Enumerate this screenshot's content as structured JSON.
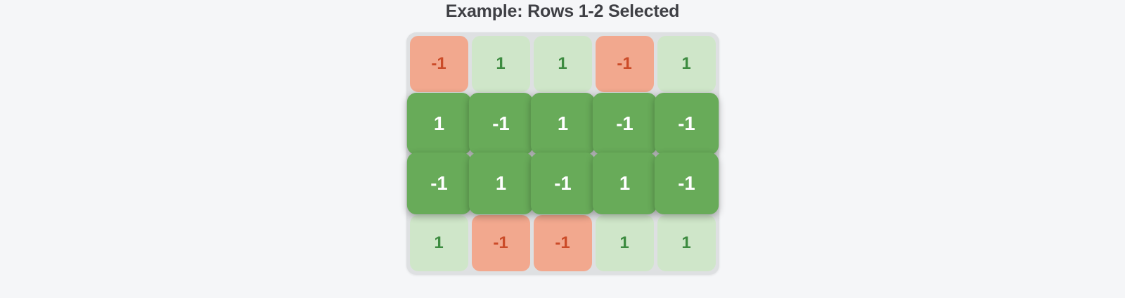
{
  "title": "Example: Rows 1-2 Selected",
  "grid": {
    "columns": 5,
    "selected_rows": [
      1,
      2
    ],
    "rows": [
      {
        "index": 0,
        "selected": false,
        "values": [
          -1,
          1,
          1,
          -1,
          1
        ]
      },
      {
        "index": 1,
        "selected": true,
        "values": [
          1,
          -1,
          1,
          -1,
          -1
        ]
      },
      {
        "index": 2,
        "selected": true,
        "values": [
          -1,
          1,
          -1,
          1,
          -1
        ]
      },
      {
        "index": 3,
        "selected": false,
        "values": [
          1,
          -1,
          -1,
          1,
          1
        ]
      }
    ]
  },
  "colors": {
    "page_bg": "#f5f6f8",
    "board_bg": "#dee0e2",
    "positive_bg": "#cfe6c9",
    "positive_text": "#3d8b40",
    "negative_bg": "#f2a88e",
    "negative_text": "#cb4b28",
    "selected_bg": "#68ab59",
    "selected_text": "#ffffff",
    "title_color": "#3f4045"
  }
}
